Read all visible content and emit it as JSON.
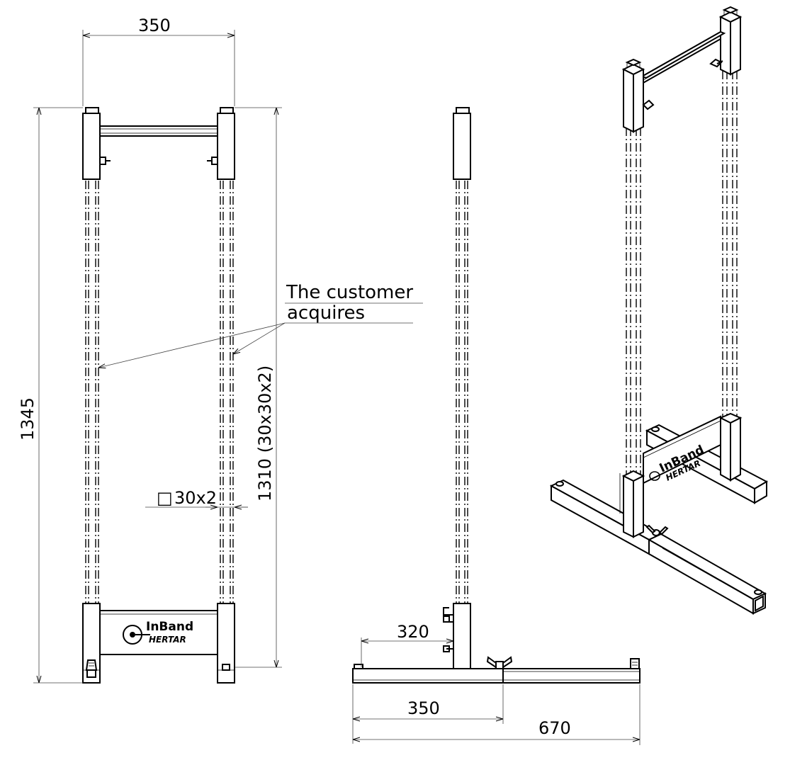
{
  "dimensions": {
    "top_width": "350",
    "overall_height": "1345",
    "post_height": "1310 (30x30x2)",
    "tube_section": "30x2",
    "tube_section_symbol": "□",
    "offset": "320",
    "base_half_length": "350",
    "base_length": "670"
  },
  "note": {
    "line1": "The customer",
    "line2": "acquires"
  },
  "logo": {
    "line1": "InBand",
    "line2": "HERTAR"
  }
}
